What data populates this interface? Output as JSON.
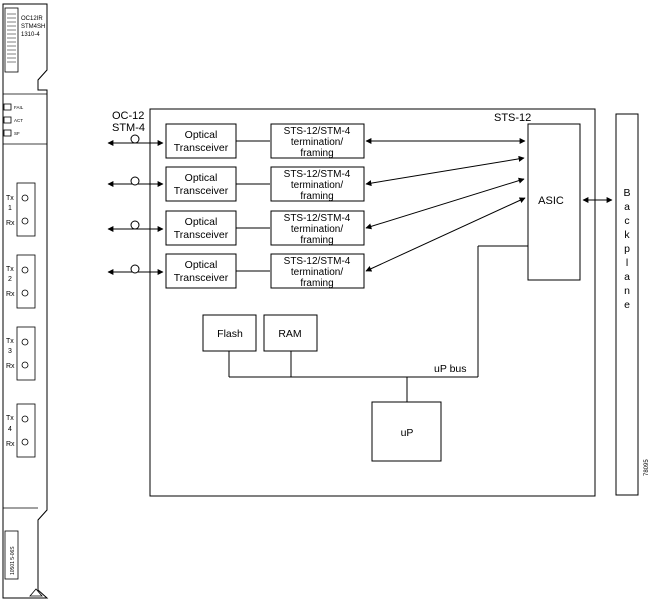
{
  "card": {
    "model_lines": [
      "OC12IR",
      "STM4SH",
      "1310-4"
    ],
    "leds": [
      "FAIL",
      "ACT",
      "SF"
    ],
    "ports": [
      {
        "tx": "Tx",
        "num": "1",
        "rx": "Rx"
      },
      {
        "tx": "Tx",
        "num": "2",
        "rx": "Rx"
      },
      {
        "tx": "Tx",
        "num": "3",
        "rx": "Rx"
      },
      {
        "tx": "Tx",
        "num": "4",
        "rx": "Rx"
      }
    ],
    "serial": "10501 5-06S"
  },
  "diagram": {
    "input_label": [
      "OC-12",
      "STM-4"
    ],
    "block_label": "STS-12",
    "optical": [
      "Optical",
      "Transceiver"
    ],
    "framer": [
      "STS-12/STM-4",
      "termination/",
      "framing"
    ],
    "asic": "ASIC",
    "flash": "Flash",
    "ram": "RAM",
    "bus": "uP bus",
    "up": "uP",
    "backplane": "Backplane",
    "figure_id": "78095"
  }
}
